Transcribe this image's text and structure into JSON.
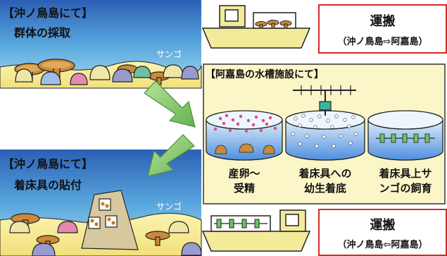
{
  "top_scene": {
    "title": "【沖ノ鳥島にて】",
    "subtitle": "群体の採取",
    "coral_label": "サンゴ"
  },
  "bottom_scene": {
    "title": "【沖ノ鳥島にて】",
    "subtitle": "着床具の貼付",
    "coral_label": "サンゴ"
  },
  "transport_top": {
    "title": "運搬",
    "route": "（沖ノ鳥島⇨阿嘉島）"
  },
  "transport_bottom": {
    "title": "運搬",
    "route": "（沖ノ鳥島⇦阿嘉島）"
  },
  "facility": {
    "title": "【阿嘉島の水槽施設にて】",
    "tanks": [
      {
        "line1": "産卵～",
        "line2": "受精"
      },
      {
        "line1": "着床具への",
        "line2": "幼生着底"
      },
      {
        "line1": "着床具上サ",
        "line2": "ンゴの飼育"
      }
    ]
  },
  "colors": {
    "sea_top": "#2a63b8",
    "sand": "#f4e88c",
    "facility_bg": "#fbf6c8",
    "arrow_green": "#7cc36a",
    "box_red": "#d22a2a",
    "water_blue": "#4f8ede"
  }
}
